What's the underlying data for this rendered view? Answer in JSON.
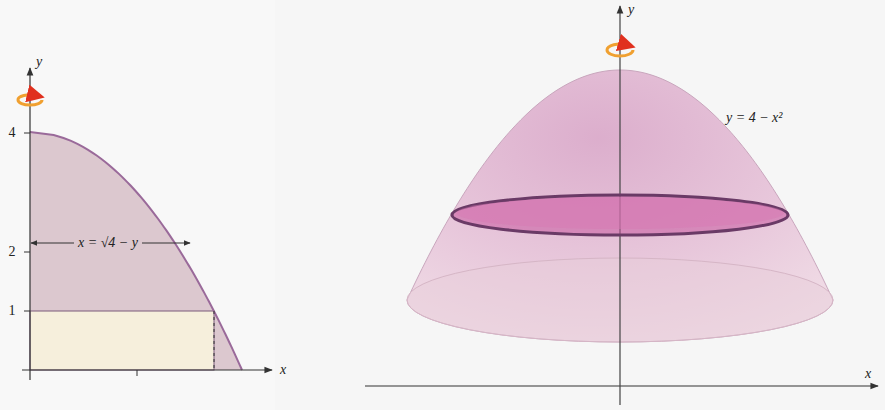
{
  "diagram": {
    "labels": [
      "y",
      "4",
      "2",
      "1",
      "x = √4 − y",
      "x",
      "y",
      "y = 4 − x²",
      "x"
    ]
  }
}
